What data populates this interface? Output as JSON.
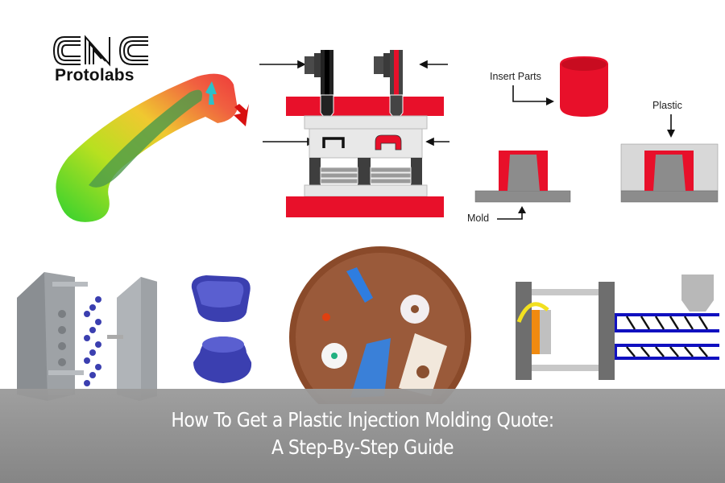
{
  "logo": {
    "mark": "CNC",
    "name": "Protolabs"
  },
  "diagrams": {
    "insert_molding": {
      "insert_parts_label": "Insert Parts",
      "plastic_label": "Plastic",
      "mold_label": "Mold"
    }
  },
  "banner": {
    "title_line1": "How To Get a Plastic Injection Molding Quote:",
    "title_line2": "A Step-By-Step Guide"
  },
  "colors": {
    "accent_red": "#e8102a",
    "mold_gray": "#8c8c8c",
    "light_gray": "#d8d8d8",
    "part_blue": "#3b3fb0",
    "banner_gray": "#8a8a8a",
    "copper": "#8a4a2a"
  }
}
